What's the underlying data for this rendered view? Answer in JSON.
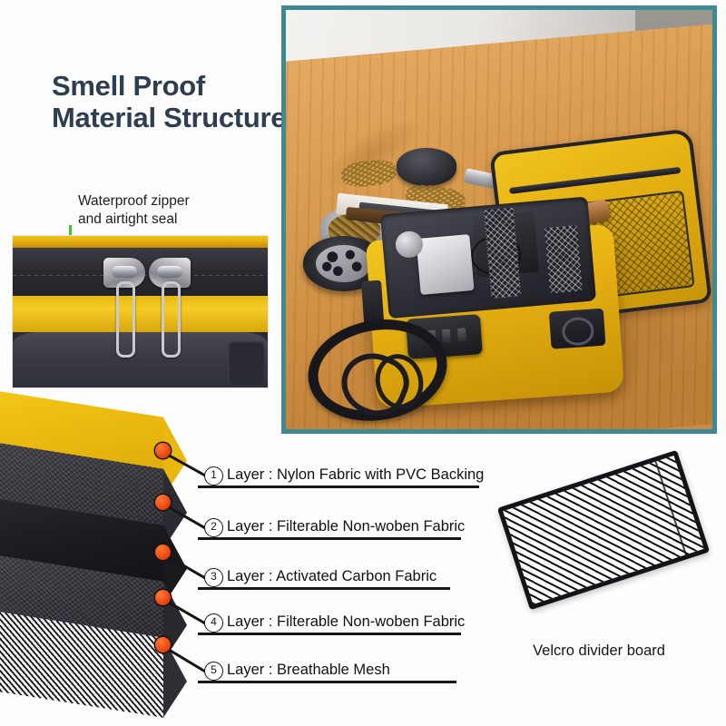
{
  "title": {
    "line1": "Smell Proof",
    "line2": "Material Structure"
  },
  "zipper_callout": {
    "line1": "Waterproof zipper",
    "line2": "and airtight seal",
    "marker_color": "#2db52b"
  },
  "layers": [
    {
      "number": "1",
      "label": "Layer : Nylon Fabric with PVC Backing"
    },
    {
      "number": "2",
      "label": "Layer : Filterable Non-woben Fabric"
    },
    {
      "number": "3",
      "label": "Layer : Activated Carbon Fabric"
    },
    {
      "number": "4",
      "label": "Layer : Filterable Non-woben Fabric"
    },
    {
      "number": "5",
      "label": "Layer : Breathable Mesh"
    }
  ],
  "divider": {
    "caption": "Velcro divider board"
  },
  "colors": {
    "title_navy": "#2c3e50",
    "photo_border_teal": "#3d8a96",
    "case_yellow": "#f0c420",
    "marker_red": "#e8400d",
    "marker_green": "#2db52b",
    "background": "#fdfdfd"
  }
}
